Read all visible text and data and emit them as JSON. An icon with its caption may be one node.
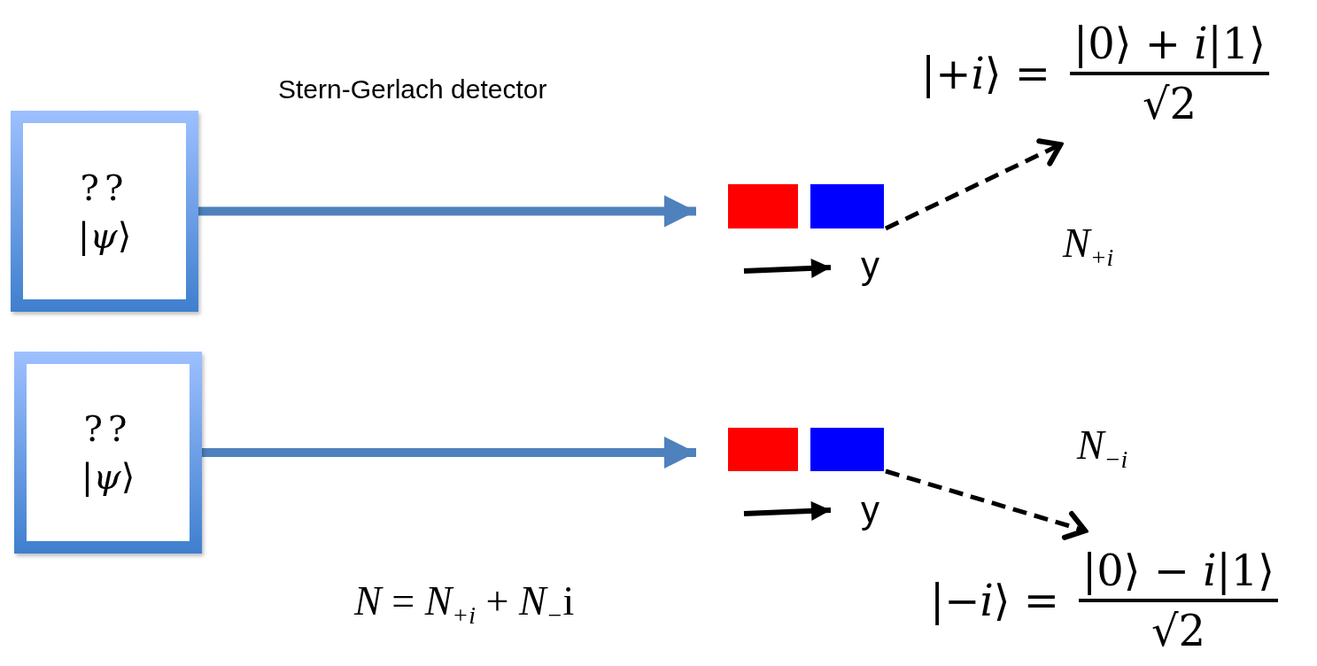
{
  "diagram": {
    "nodes": [
      {
        "text": [
          "??",
          "|*ψ*⟩"
        ]
      },
      {
        "text": [
          "??",
          "|*ψ*⟩"
        ]
      },
      {
        "text": [],
        "shape": "box"
      },
      {
        "text": [],
        "shape": "box"
      },
      {
        "text": [
          "|+*i*⟩ =",
          "|0⟩ + *i*|1⟩",
          "√2"
        ]
      },
      {
        "text": [
          "|−*i*⟩ =",
          "|0⟩ − *i*|1⟩",
          "√2"
        ]
      }
    ],
    "edges": [
      {
        "from": 0,
        "to": 2,
        "arrow": "to",
        "style": "thick"
      },
      {
        "from": 1,
        "to": 3,
        "arrow": "to",
        "style": "thick"
      },
      {
        "from": 2,
        "to": 4,
        "arrow": "to",
        "style": "dashed",
        "color": "#000000"
      },
      {
        "from": 3,
        "to": 5,
        "arrow": "to",
        "style": "dashed",
        "color": "#000000"
      }
    ],
    "labels": [
      "Stern-Gerlach detector",
      "y",
      "*N*$_{+i}$",
      "*N*$_{−i}$",
      "y",
      "*N* =  *N*$_{+i}$ +  *N*$_{−}$i"
    ]
  }
}
